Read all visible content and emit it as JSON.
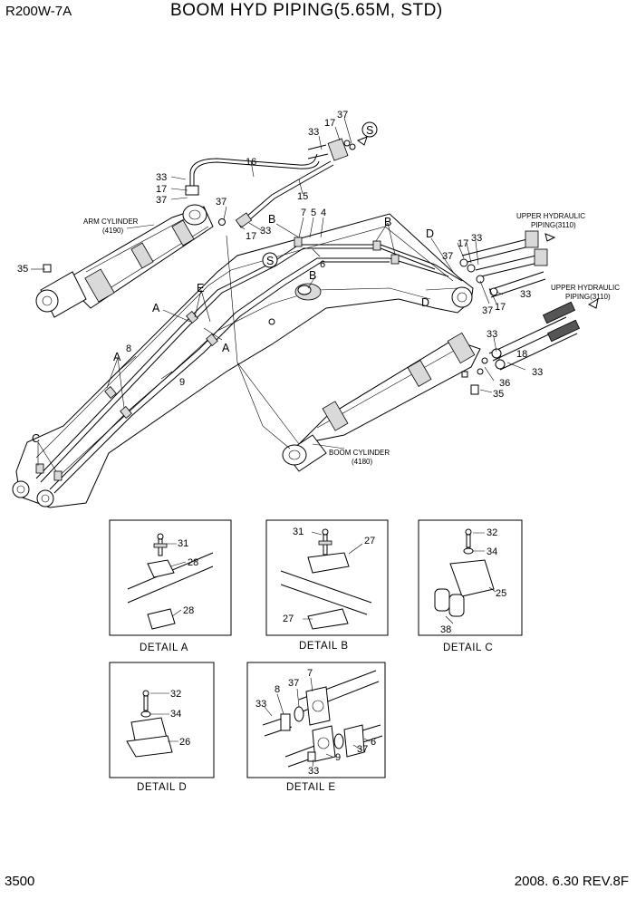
{
  "header": {
    "model": "R200W-7A",
    "title": "BOOM HYD PIPING(5.65M, STD)"
  },
  "footer": {
    "page": "3500",
    "date_rev": "2008. 6.30  REV.8F"
  },
  "assemblies": {
    "arm_cylinder": [
      "ARM CYLINDER",
      "(4190)"
    ],
    "boom_cylinder": [
      "BOOM CYLINDER",
      "(4180)"
    ],
    "upper_hyd_1": [
      "UPPER HYDRAULIC",
      "PIPING(3110)"
    ],
    "upper_hyd_2": [
      "UPPER HYDRAULIC",
      "PIPING(3110)"
    ]
  },
  "callouts": {
    "c33a": "33",
    "c37a": "37",
    "c17a": "17",
    "c16": "16",
    "c15": "15",
    "c33b": "33",
    "c17b": "17",
    "c37b": "37",
    "c37c": "37",
    "c33c": "33",
    "c17c": "17",
    "c7": "7",
    "c5": "5",
    "c4": "4",
    "c6": "6",
    "c33d": "33",
    "c17d": "17",
    "c37d": "37",
    "c33e": "33",
    "c37e": "37",
    "c17e": "17",
    "c33f": "33",
    "c18": "18",
    "c33g": "33",
    "c36": "36",
    "c35b": "35",
    "c35a": "35",
    "c8": "8",
    "c9": "9"
  },
  "letters": {
    "s1": "S",
    "s2": "S",
    "bB1": "B",
    "bB2": "B",
    "bB3": "B",
    "d1": "D",
    "d2": "D",
    "a1": "A",
    "a2": "A",
    "a3": "A",
    "e1": "E",
    "c1": "C"
  },
  "details": {
    "A": {
      "title": "DETAIL  A",
      "labels": [
        "31",
        "28",
        "28"
      ]
    },
    "B": {
      "title": "DETAIL  B",
      "labels": [
        "31",
        "27",
        "27"
      ]
    },
    "C": {
      "title": "DETAIL  C",
      "labels": [
        "32",
        "34",
        "25",
        "38"
      ]
    },
    "D": {
      "title": "DETAIL  D",
      "labels": [
        "32",
        "34",
        "26"
      ]
    },
    "E": {
      "title": "DETAIL  E",
      "labels": [
        "33",
        "8",
        "37",
        "7",
        "37",
        "6",
        "9",
        "33"
      ]
    }
  }
}
